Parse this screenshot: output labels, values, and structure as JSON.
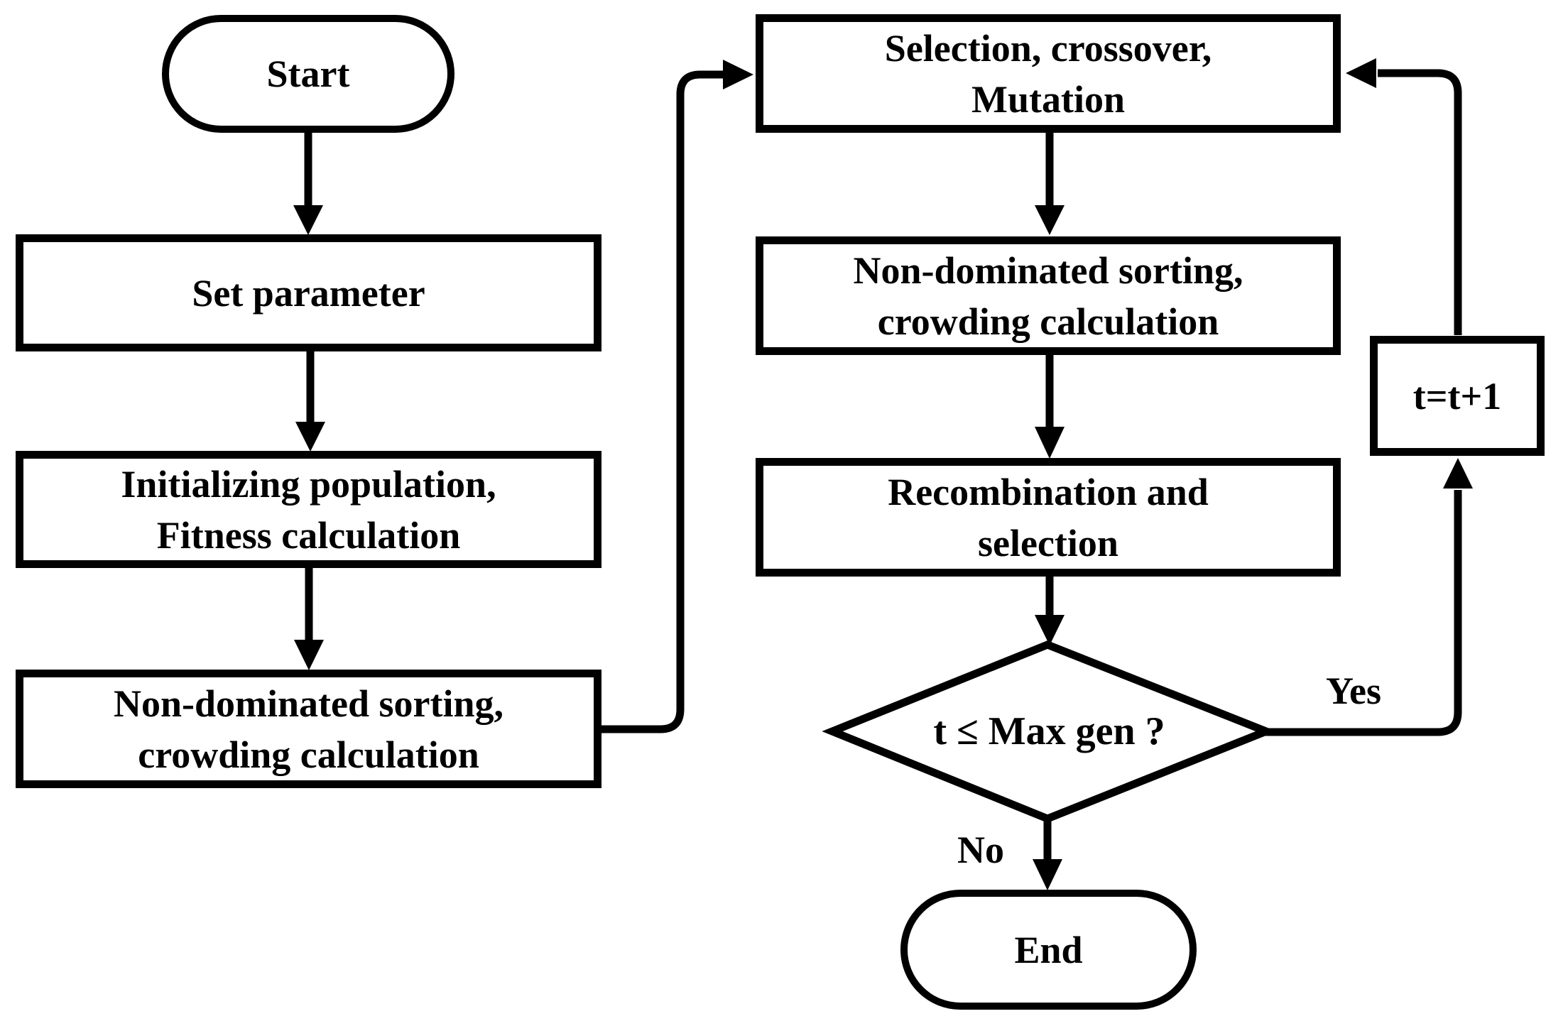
{
  "nodes": {
    "start": {
      "shape": "stadium",
      "lines": [
        "Start"
      ]
    },
    "set_parameter": {
      "shape": "process",
      "lines": [
        "Set parameter"
      ]
    },
    "initialize": {
      "shape": "process",
      "lines": [
        "Initializing population,",
        "Fitness calculation"
      ]
    },
    "nondominated_initial": {
      "shape": "process",
      "lines": [
        "Non-dominated sorting,",
        "crowding calculation"
      ]
    },
    "genetic_operators": {
      "shape": "process",
      "lines": [
        "Selection, crossover,",
        "Mutation"
      ]
    },
    "nondominated_loop": {
      "shape": "process",
      "lines": [
        "Non-dominated sorting,",
        "crowding calculation"
      ]
    },
    "recombination": {
      "shape": "process",
      "lines": [
        "Recombination and",
        "selection"
      ]
    },
    "decision": {
      "shape": "diamond",
      "lines": [
        "t ≤ Max gen ?"
      ]
    },
    "increment": {
      "shape": "process",
      "lines": [
        "t=t+1"
      ]
    },
    "end": {
      "shape": "stadium",
      "lines": [
        "End"
      ]
    }
  },
  "edge_labels": {
    "yes": "Yes",
    "no": "No"
  },
  "colors": {
    "ink": "#000000",
    "paper": "#ffffff"
  }
}
